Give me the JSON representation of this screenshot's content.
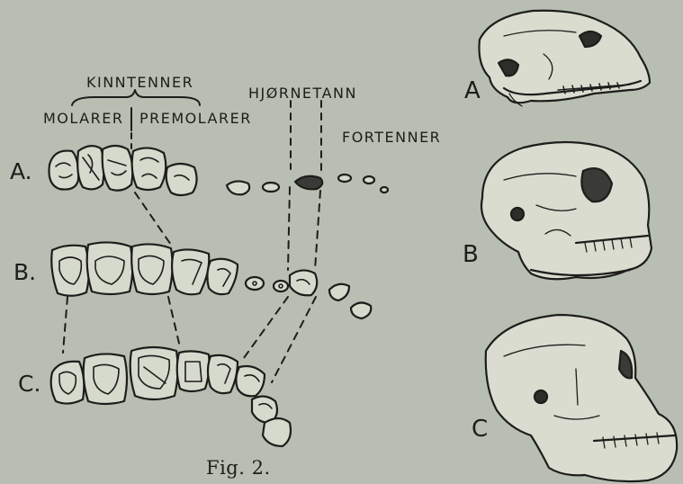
{
  "figure": {
    "header": {
      "kinntenner": "KINNTENNER",
      "molarer": "MOLARER",
      "premolarer": "PREMOLARER",
      "hjornetann": "HJØRNETANN",
      "fortenner": "FORTENNER"
    },
    "rows": [
      {
        "label": "A."
      },
      {
        "label": "B."
      },
      {
        "label": "C."
      }
    ],
    "skulls": [
      {
        "label": "A"
      },
      {
        "label": "B"
      },
      {
        "label": "C"
      }
    ],
    "caption": "Fig. 2."
  },
  "colors": {
    "paper": "#b8bfb2",
    "ink": "#1d1d1b",
    "tooth_fill": "#d6dacd"
  }
}
